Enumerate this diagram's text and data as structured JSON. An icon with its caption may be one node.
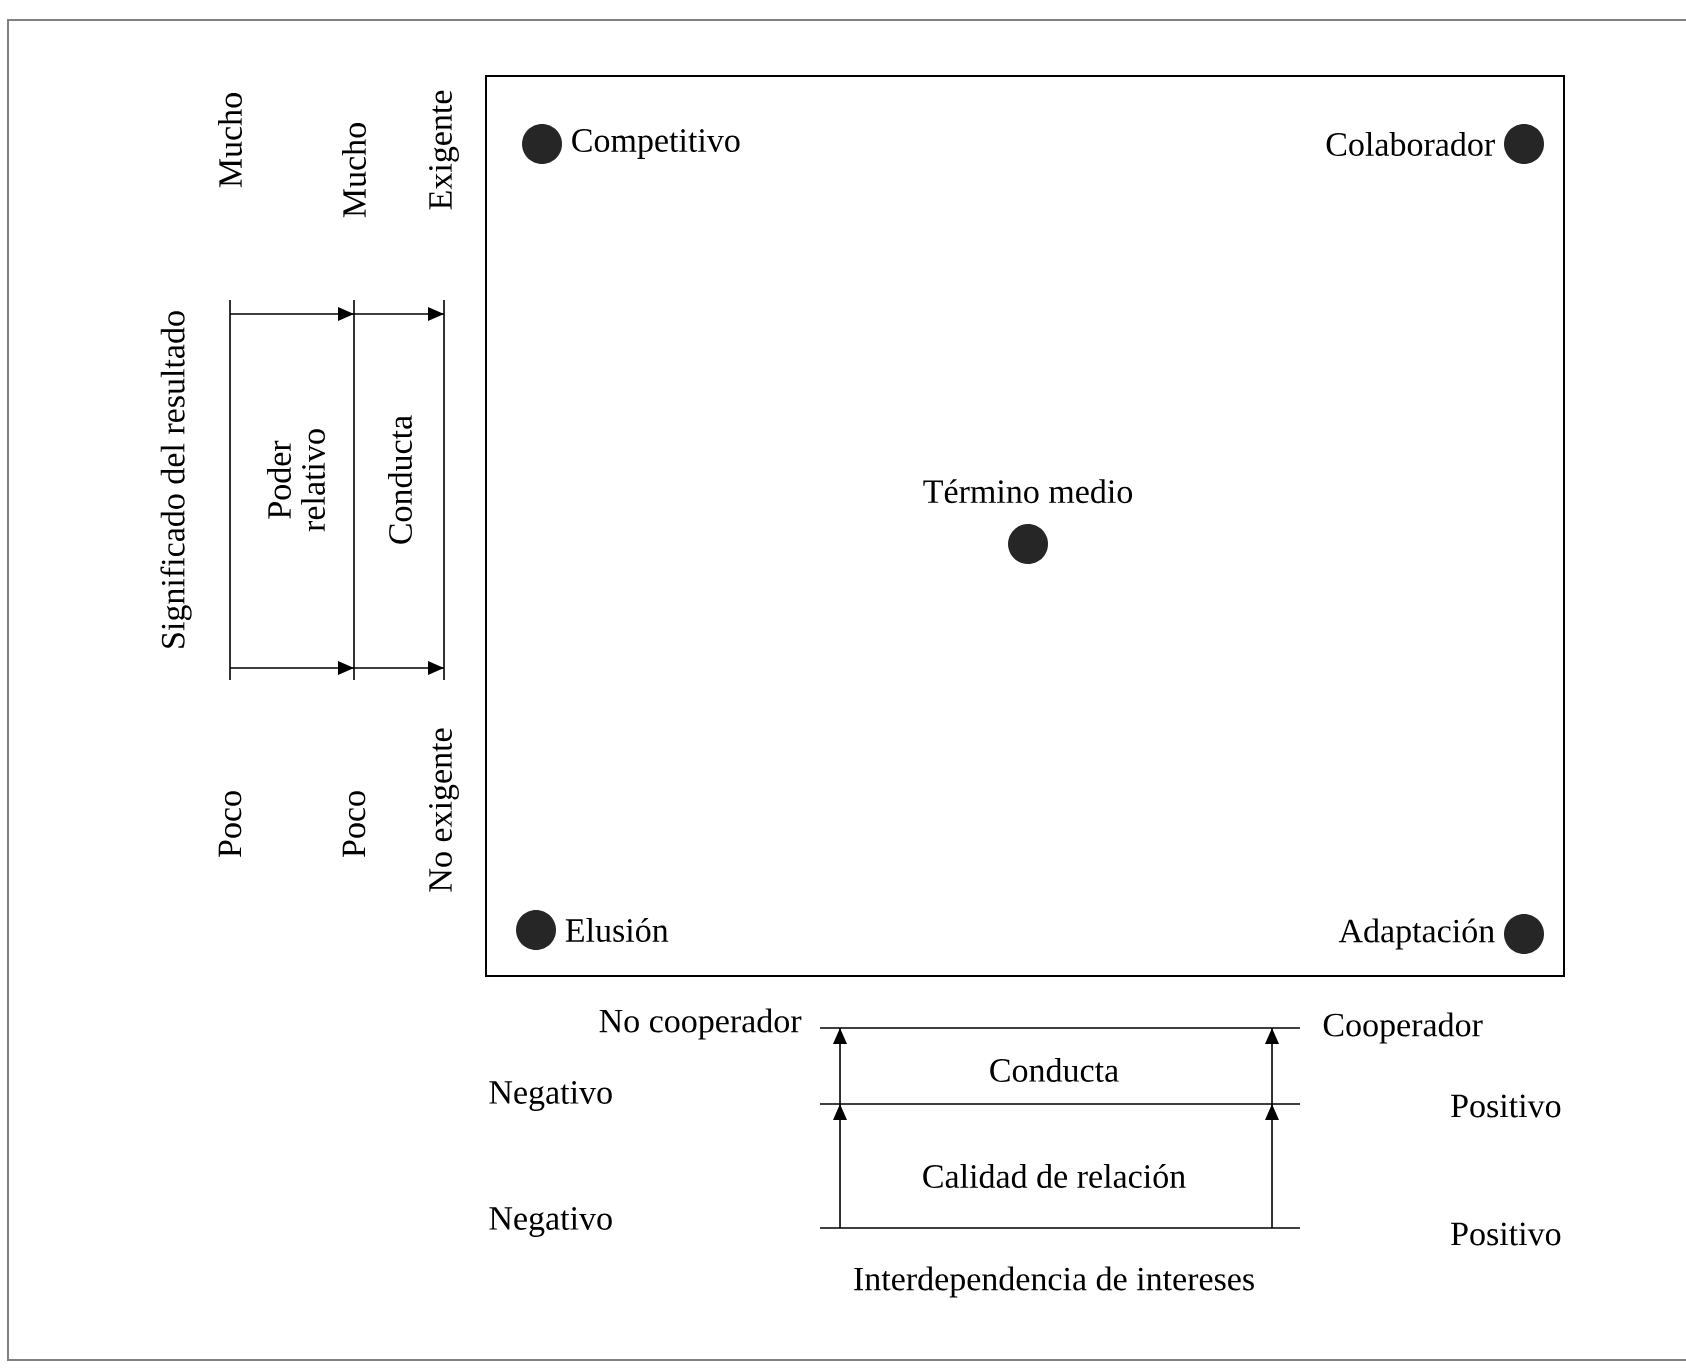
{
  "diagram": {
    "nodes": [
      {
        "text": [],
        "shape": "box"
      },
      {
        "text": [],
        "shape": "circle",
        "beside": [
          "Competitivo"
        ],
        "in": 0
      },
      {
        "text": [],
        "shape": "circle",
        "beside": [
          "Colaborador"
        ],
        "in": 0
      },
      {
        "text": [],
        "shape": "circle",
        "beside": [
          "Término medio"
        ],
        "in": 0
      },
      {
        "text": [],
        "shape": "circle",
        "beside": [
          "Elusión"
        ],
        "in": 0
      },
      {
        "text": [],
        "shape": "circle",
        "beside": [
          "Adaptación"
        ],
        "in": 0
      }
    ],
    "labels": [
      "Mucho",
      "Mucho",
      "Exigente",
      "Significado del resultado",
      "Poder relativo",
      "Conducta",
      "Poco",
      "Poco",
      "No exigente",
      "No cooperador",
      "Cooperador",
      "Conducta",
      "Negativo",
      "Positivo",
      "Calidad de relación",
      "Negativo",
      "Positivo",
      "Interdependencia de intereses"
    ]
  }
}
